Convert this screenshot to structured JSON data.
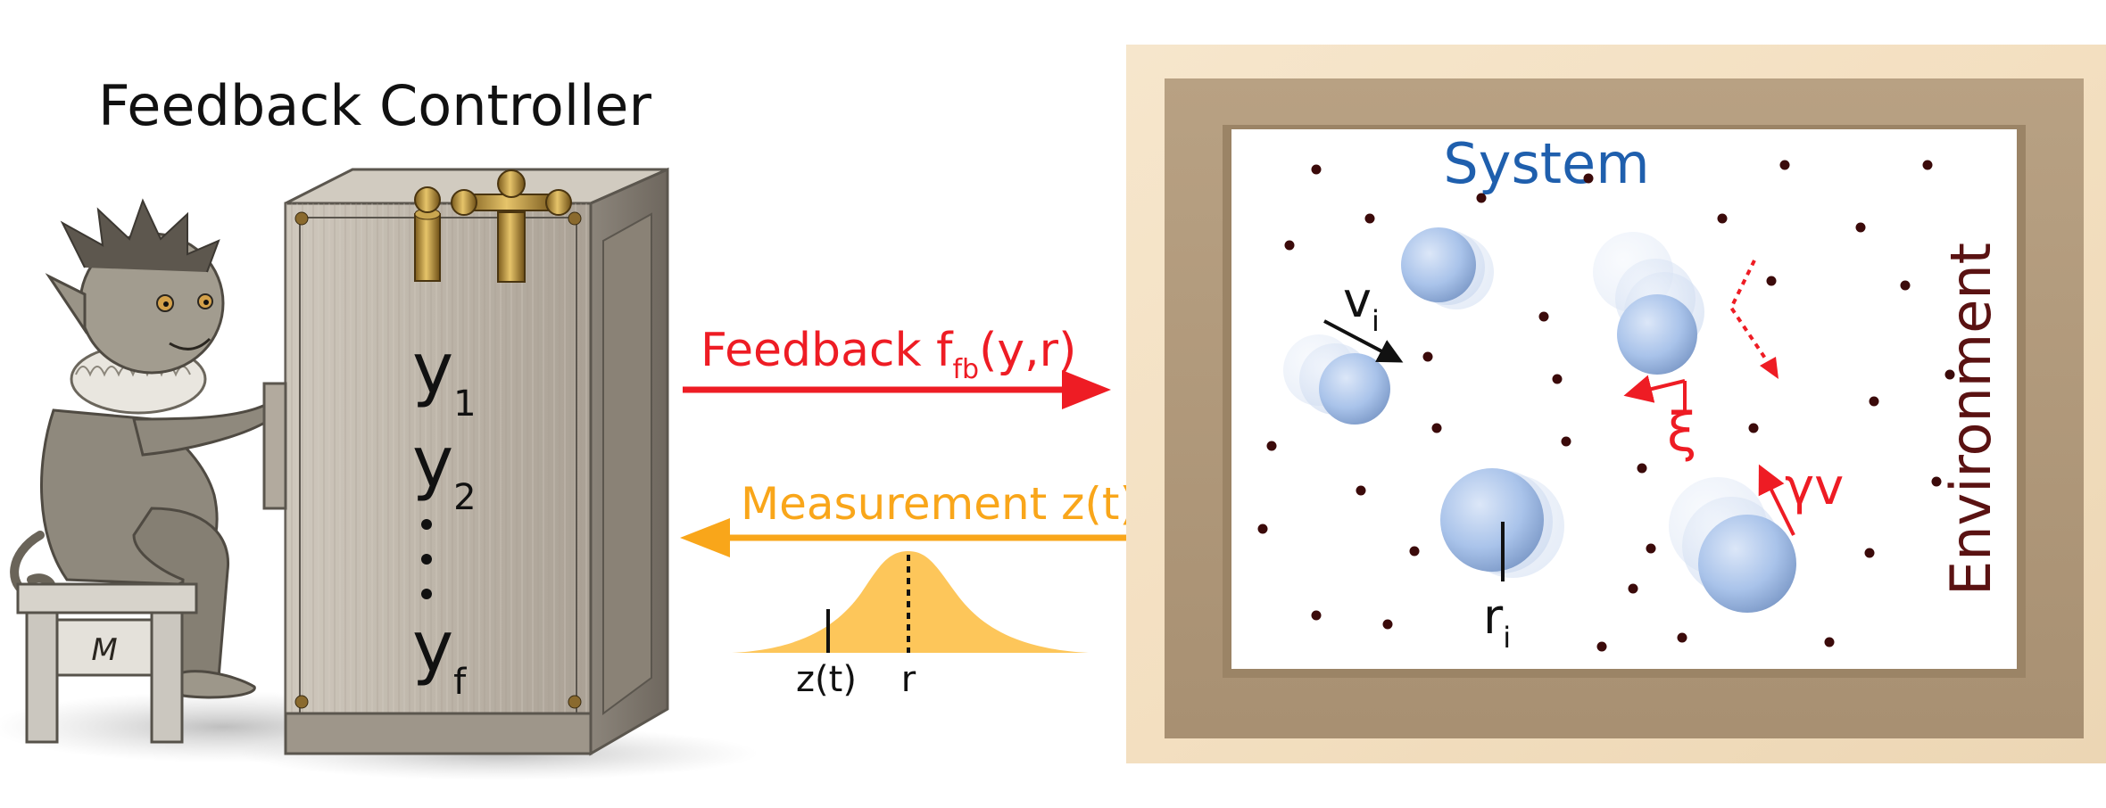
{
  "title": "Feedback Controller",
  "controller": {
    "box_symbol": "M",
    "variables": [
      {
        "base": "y",
        "sub": "1"
      },
      {
        "base": "y",
        "sub": "2"
      },
      {
        "base": "y",
        "sub": "f"
      }
    ],
    "ellipsis": "⋮"
  },
  "feedback": {
    "text": "Feedback f",
    "sub": "fb",
    "args": "(y,r)",
    "color": "#ee1c24"
  },
  "measurement": {
    "label": "Measurement z(t)",
    "color": "#f9a61a",
    "tick_measured": "z(t)",
    "tick_reference": "r"
  },
  "panel": {
    "system_label": "System",
    "environment_label": "Environment",
    "system_color": "#1f5fad",
    "environment_color": "#5a1212",
    "velocity": {
      "base": "v",
      "sub": "i"
    },
    "position": {
      "base": "r",
      "sub": "i"
    },
    "noise_label": "ξ",
    "friction_label": "γv",
    "force_color": "#ee1c24",
    "particle_color": "#a9c3ea",
    "bath_dot_color": "#3b0a0a"
  },
  "icons": [
    "imp-icon",
    "stool-icon",
    "cabinet-icon",
    "brass-knob-icon",
    "gaussian-curve-icon",
    "wooden-frame-icon"
  ]
}
